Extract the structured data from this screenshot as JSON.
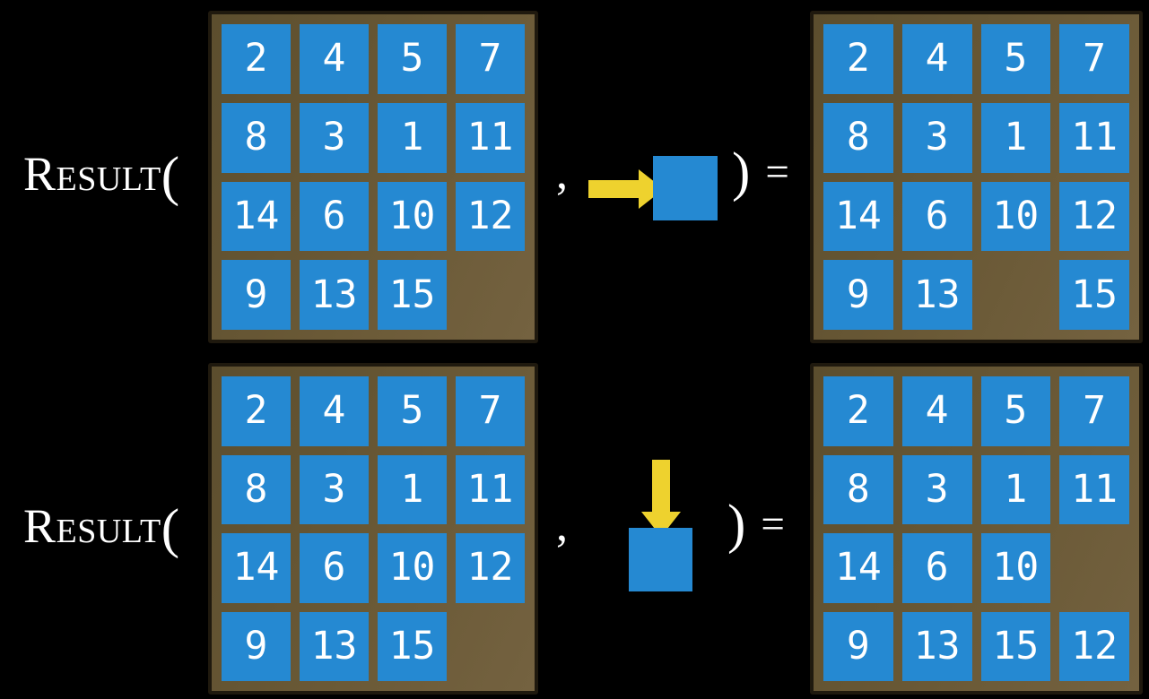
{
  "figure": {
    "description": "Two examples of the RESULT function applied to a 15-puzzle state with a move action",
    "function_name": "Result",
    "open_paren": "(",
    "comma": ",",
    "close_paren": ")",
    "equals_sign": "=",
    "examples": [
      {
        "id": "slide-right-example",
        "action_direction": "right",
        "action_icon": "right-arrow-into-tile",
        "input_grid": [
          [
            "2",
            "4",
            "5",
            "7"
          ],
          [
            "8",
            "3",
            "1",
            "11"
          ],
          [
            "14",
            "6",
            "10",
            "12"
          ],
          [
            "9",
            "13",
            "15",
            null
          ]
        ],
        "output_grid": [
          [
            "2",
            "4",
            "5",
            "7"
          ],
          [
            "8",
            "3",
            "1",
            "11"
          ],
          [
            "14",
            "6",
            "10",
            "12"
          ],
          [
            "9",
            "13",
            null,
            "15"
          ]
        ]
      },
      {
        "id": "slide-down-example",
        "action_direction": "down",
        "action_icon": "down-arrow-into-tile",
        "input_grid": [
          [
            "2",
            "4",
            "5",
            "7"
          ],
          [
            "8",
            "3",
            "1",
            "11"
          ],
          [
            "14",
            "6",
            "10",
            "12"
          ],
          [
            "9",
            "13",
            "15",
            null
          ]
        ],
        "output_grid": [
          [
            "2",
            "4",
            "5",
            "7"
          ],
          [
            "8",
            "3",
            "1",
            "11"
          ],
          [
            "14",
            "6",
            "10",
            null
          ],
          [
            "9",
            "13",
            "15",
            "12"
          ]
        ]
      }
    ]
  },
  "colors": {
    "background": "#000000",
    "tile_blue": "#2589d2",
    "board_brown": "#6a5936",
    "board_border": "#1f190e",
    "arrow_yellow": "#eed22e",
    "text_white": "#ffffff"
  }
}
